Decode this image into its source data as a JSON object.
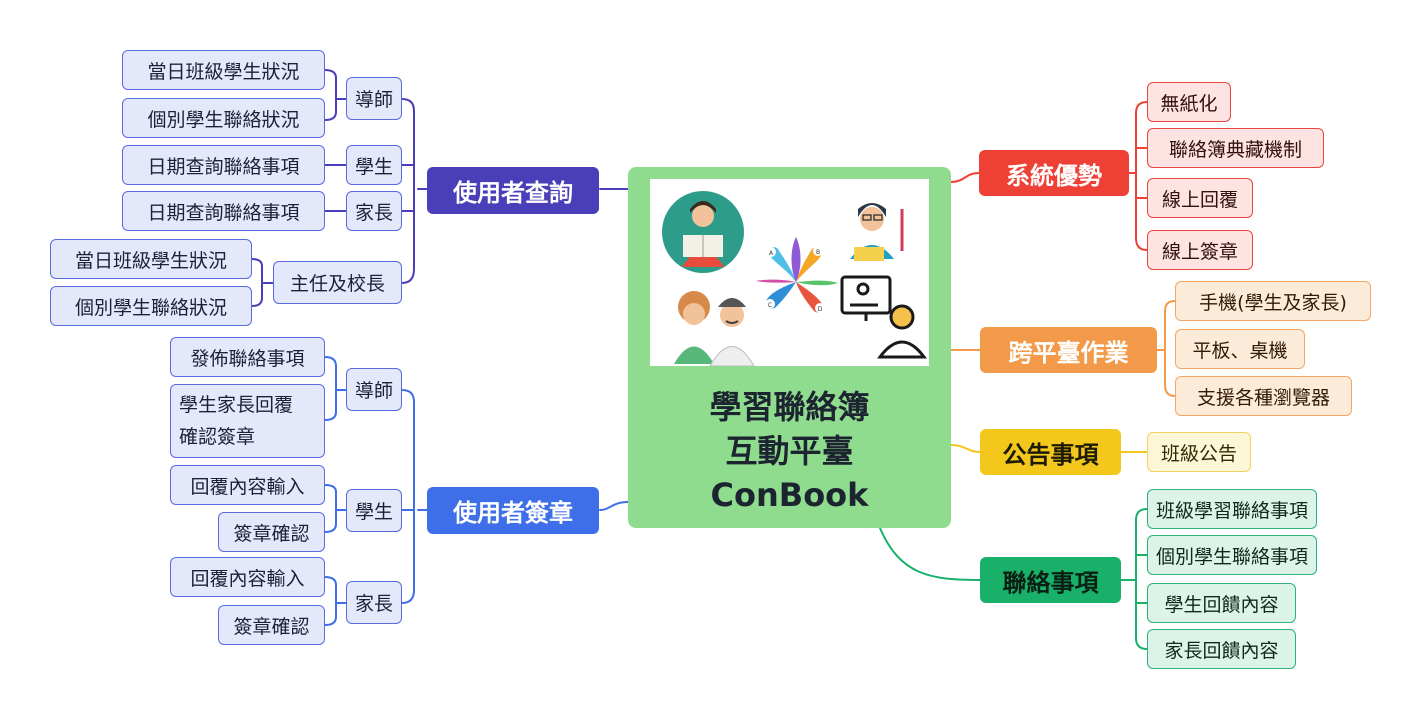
{
  "center": {
    "title_line1": "學習聯絡簿",
    "title_line2": "互動平臺",
    "title_line3": "ConBook",
    "image_icons": [
      "reading-person-icon",
      "teacher-icon",
      "parents-icon",
      "abcd-diagram-icon",
      "online-user-icon"
    ],
    "abcd": [
      "A",
      "B",
      "C",
      "D"
    ]
  },
  "left_query": {
    "hub": "使用者查詢",
    "color": "#4a3fb8",
    "teacher": {
      "label": "導師",
      "items": [
        "當日班級學生狀況",
        "個別學生聯絡狀況"
      ]
    },
    "student": {
      "label": "學生",
      "items": [
        "日期查詢聯絡事項"
      ]
    },
    "parent": {
      "label": "家長",
      "items": [
        "日期查詢聯絡事項"
      ]
    },
    "principal": {
      "label": "主任及校長",
      "items": [
        "當日班級學生狀況",
        "個別學生聯絡狀況"
      ]
    }
  },
  "left_sign": {
    "hub": "使用者簽章",
    "color": "#3f6fe8",
    "teacher": {
      "label": "導師",
      "items": [
        "發佈聯絡事項",
        "學生家長回覆",
        "確認簽章"
      ]
    },
    "student": {
      "label": "學生",
      "items": [
        "回覆內容輸入",
        "簽章確認"
      ]
    },
    "parent": {
      "label": "家長",
      "items": [
        "回覆內容輸入",
        "簽章確認"
      ]
    }
  },
  "right_adv": {
    "hub": "系統優勢",
    "color": "#ee4035",
    "items": [
      "無紙化",
      "聯絡簿典藏機制",
      "線上回覆",
      "線上簽章"
    ]
  },
  "right_platform": {
    "hub": "跨平臺作業",
    "color": "#f39a4a",
    "items": [
      "手機(學生及家長)",
      "平板、桌機",
      "支援各種瀏覽器"
    ]
  },
  "right_notice": {
    "hub": "公告事項",
    "color": "#f3c71c",
    "items": [
      "班級公告"
    ]
  },
  "right_contact": {
    "hub": "聯絡事項",
    "color": "#19b06a",
    "items": [
      "班級學習聯絡事項",
      "個別學生聯絡事項",
      "學生回饋內容",
      "家長回饋內容"
    ]
  }
}
